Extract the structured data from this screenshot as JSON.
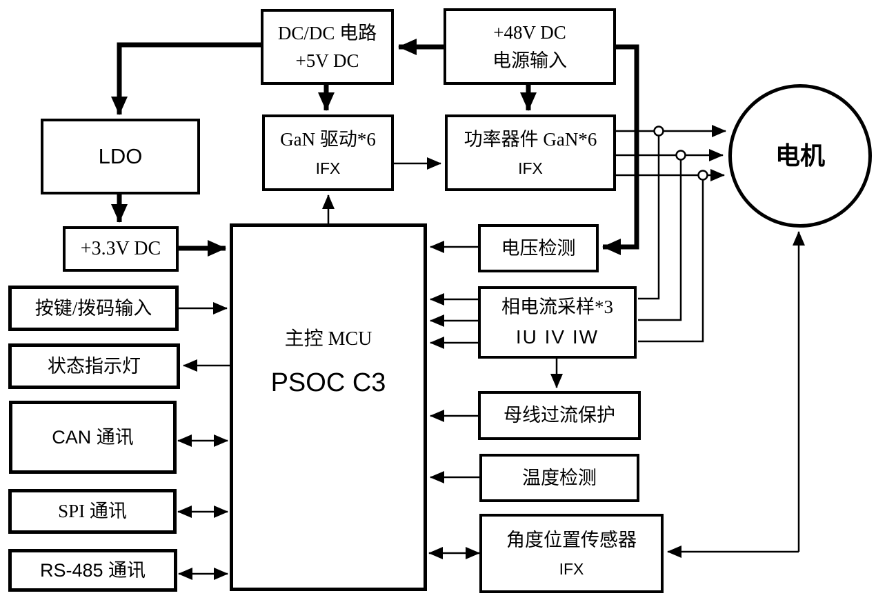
{
  "nodes": {
    "dcdc": {
      "line1": "DC/DC 电路",
      "line2": "+5V DC"
    },
    "power_input": {
      "line1": "+48V DC",
      "line2": "电源输入"
    },
    "gan_driver": {
      "line1": "GaN 驱动*6",
      "line2": "IFX"
    },
    "power_device": {
      "line1": "功率器件 GaN*6",
      "line2": "IFX"
    },
    "motor": {
      "label": "电机"
    },
    "ldo": {
      "label": "LDO"
    },
    "v33": {
      "label": "+3.3V DC"
    },
    "mcu": {
      "line1": "主控 MCU",
      "line2": "PSOC C3"
    },
    "voltage_detect": {
      "label": "电压检测"
    },
    "key_input": {
      "label": "按键/拨码输入"
    },
    "phase_current": {
      "line1": "相电流采样*3",
      "line2": "IU IV IW"
    },
    "status_led": {
      "label": "状态指示灯"
    },
    "bus_ocp": {
      "label": "母线过流保护"
    },
    "can": {
      "label": "CAN 通讯"
    },
    "temp": {
      "label": "温度检测"
    },
    "spi": {
      "label": "SPI 通讯"
    },
    "angle_sensor": {
      "line1": "角度位置传感器",
      "line2": "IFX"
    },
    "rs485": {
      "label": "RS-485 通讯"
    }
  },
  "colors": {
    "line": "#000000",
    "background": "#ffffff"
  }
}
